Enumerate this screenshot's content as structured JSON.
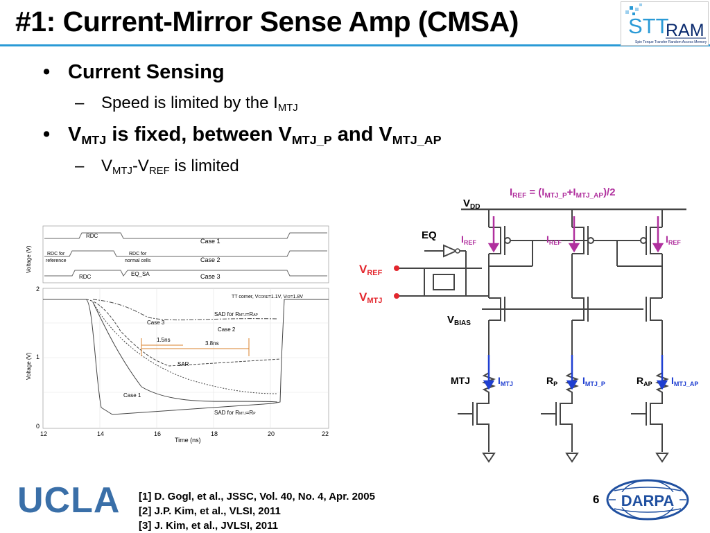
{
  "title": "#1: Current-Mirror Sense Amp (CMSA)",
  "logo": {
    "main": "STT",
    "ram": "RAM",
    "tagline": "Spin Torque Transfer Random Access Memory"
  },
  "bullets": [
    {
      "label": "Current Sensing",
      "sub": {
        "pre": "Speed is limited by the I",
        "subscript": "MTJ"
      }
    },
    {
      "pre": "V",
      "s1": "MTJ",
      "mid": " is fixed, between V",
      "s2": "MTJ_P",
      "mid2": " and V",
      "s3": "MTJ_AP",
      "sub": {
        "v1": "V",
        "s1": "MTJ",
        "dash": "-V",
        "s2": "REF",
        "post": " is limited"
      }
    }
  ],
  "waveform": {
    "top_labels": {
      "rdc": "RDC",
      "case1": "Case 1",
      "rdc_ref": "RDC for",
      "rdc_ref2": "reference",
      "rdc_norm": "RDC for",
      "rdc_norm2": "normal cells",
      "case2": "Case 2",
      "rdc2": "RDC",
      "eqsa": "EQ_SA",
      "case3": "Case 3"
    },
    "ylabel_top": "Voltage (V)",
    "ylabel_bottom": "Voltage (V)",
    "xlabel": "Time (ns)",
    "x_ticks": [
      "12",
      "14",
      "16",
      "18",
      "20",
      "22"
    ],
    "y_ticks": [
      "2",
      "1",
      "0"
    ],
    "corner": "TT corner, V",
    "corner_sub": "CORE",
    "corner_rest": "=1.1V, V",
    "corner_sub2": "IO",
    "corner_end": "=1.8V",
    "sad_ap": "SAD for R",
    "sad_ap_sub": "MTJ",
    "sad_ap_end": "=R",
    "sad_ap_end_sub": "AP",
    "sad_p": "SAD for R",
    "sad_p_sub": "MTJ",
    "sad_p_end": "=R",
    "sad_p_end_sub": "P",
    "case3": "Case 3",
    "case2": "Case 2",
    "case1": "Case 1",
    "t1": "1.5ns",
    "t2": "3.8ns",
    "sar": "SAR"
  },
  "circuit": {
    "formula": {
      "i": "I",
      "ref": "REF",
      "eq": " = (I",
      "p": "MTJ_P",
      "plus": "+I",
      "ap": "MTJ_AP",
      "end": ")/2"
    },
    "vdd": {
      "v": "V",
      "s": "DD"
    },
    "eq": "EQ",
    "iref1": {
      "i": "I",
      "s": "REF"
    },
    "iref2": {
      "i": "I",
      "s": "REF"
    },
    "iref3": {
      "i": "I",
      "s": "REF"
    },
    "vref": {
      "v": "V",
      "s": "REF"
    },
    "vmtj": {
      "v": "V",
      "s": "MTJ"
    },
    "vbias": {
      "v": "V",
      "s": "BIAS"
    },
    "mtj": "MTJ",
    "imtj": {
      "i": "I",
      "s": "MTJ"
    },
    "rp": {
      "r": "R",
      "s": "P"
    },
    "imtjp": {
      "i": "I",
      "s": "MTJ_P"
    },
    "rap": {
      "r": "R",
      "s": "AP"
    },
    "imtjap": {
      "i": "I",
      "s": "MTJ_AP"
    }
  },
  "references": [
    "[1] D. Gogl, et al., JSSC, Vol. 40, No. 4, Apr. 2005",
    "[2] J.P. Kim, et al., VLSI, 2011",
    "[3] J. Kim, et al., JVLSI, 2011"
  ],
  "page_number": "6",
  "ucla": "UCLA",
  "darpa": "DARPA",
  "colors": {
    "accent": "#2a9ad6",
    "red": "#e3262d",
    "magenta": "#b0309e",
    "blue": "#1f3fd1",
    "orange": "#d9822b"
  }
}
